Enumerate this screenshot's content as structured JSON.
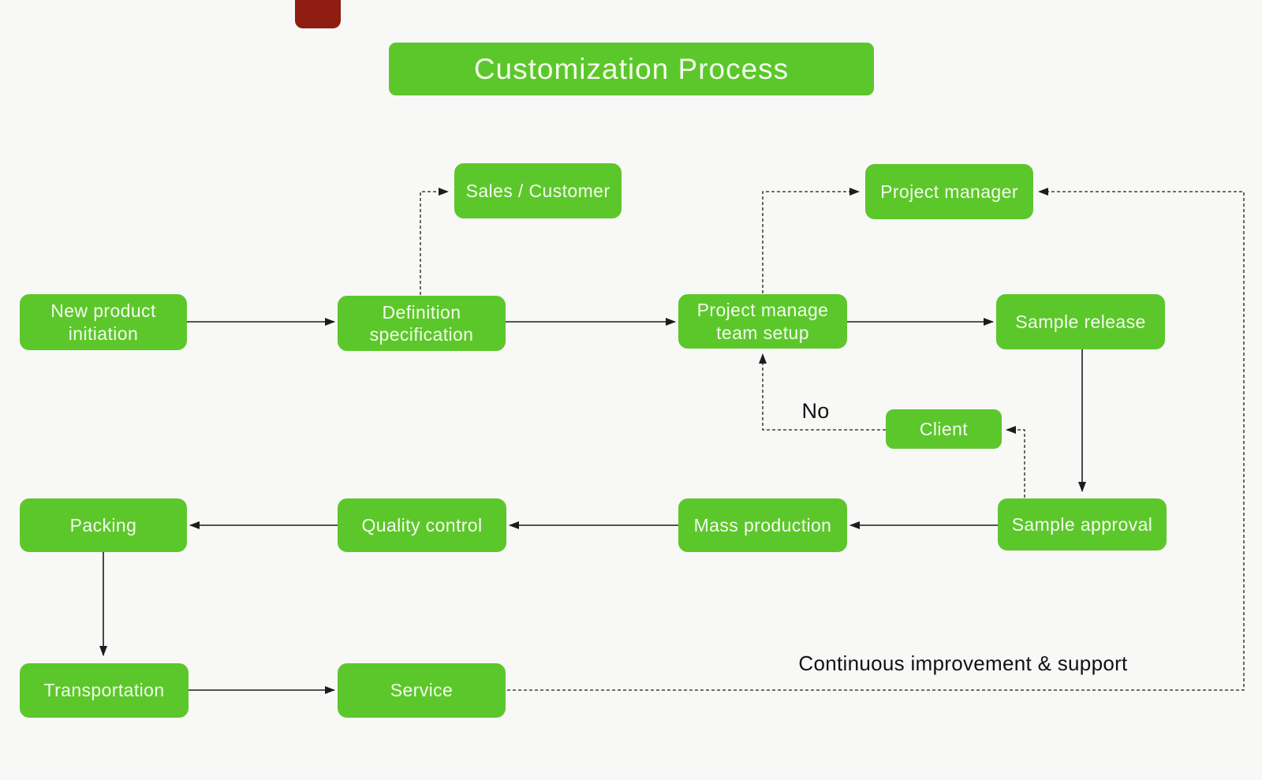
{
  "title": "Customization Process",
  "labels": {
    "no": "No",
    "continuous_improvement": "Continuous improvement & support"
  },
  "nodes": {
    "sales_customer": "Sales / Customer",
    "project_manager": "Project manager",
    "new_product": "New product initiation",
    "definition_specification": "Definition specification",
    "team_setup": "Project manage team setup",
    "sample_release": "Sample release",
    "client": "Client",
    "packing": "Packing",
    "quality_control": "Quality control",
    "mass_production": "Mass production",
    "sample_approval": "Sample approval",
    "transportation": "Transportation",
    "service": "Service"
  },
  "edges": [
    {
      "from": "new_product",
      "to": "definition_specification",
      "style": "solid"
    },
    {
      "from": "definition_specification",
      "to": "sales_customer",
      "style": "dashed"
    },
    {
      "from": "definition_specification",
      "to": "team_setup",
      "style": "solid"
    },
    {
      "from": "team_setup",
      "to": "project_manager",
      "style": "dashed"
    },
    {
      "from": "team_setup",
      "to": "sample_release",
      "style": "solid"
    },
    {
      "from": "sample_release",
      "to": "sample_approval",
      "style": "solid"
    },
    {
      "from": "sample_approval",
      "to": "client",
      "style": "dashed"
    },
    {
      "from": "client",
      "to": "team_setup",
      "style": "dashed",
      "label": "No"
    },
    {
      "from": "sample_approval",
      "to": "mass_production",
      "style": "solid"
    },
    {
      "from": "mass_production",
      "to": "quality_control",
      "style": "solid"
    },
    {
      "from": "quality_control",
      "to": "packing",
      "style": "solid"
    },
    {
      "from": "packing",
      "to": "transportation",
      "style": "solid"
    },
    {
      "from": "transportation",
      "to": "service",
      "style": "solid"
    },
    {
      "from": "service",
      "to": "project_manager",
      "style": "dashed",
      "label": "Continuous improvement & support"
    }
  ],
  "colors": {
    "node_fill": "#5cc72b",
    "node_text": "#f3fbec",
    "background": "#f8f8f7",
    "connector": "#1c1c1c",
    "red_accent": "#8f1d12"
  }
}
